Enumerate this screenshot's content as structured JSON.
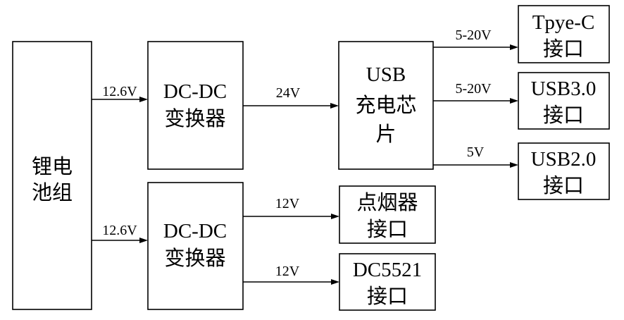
{
  "blocks": {
    "battery": [
      "锂电",
      "池组"
    ],
    "dcdc_top": [
      "DC-DC",
      "变换器"
    ],
    "dcdc_bottom": [
      "DC-DC",
      "变换器"
    ],
    "usb_chip": [
      "USB",
      "充电芯",
      "片"
    ],
    "typec": [
      "Tpye-C",
      "接口"
    ],
    "usb30": [
      "USB3.0",
      "接口"
    ],
    "usb20": [
      "USB2.0",
      "接口"
    ],
    "cigarette": [
      "点烟器",
      "接口"
    ],
    "dc5521": [
      "DC5521",
      "接口"
    ]
  },
  "labels": {
    "battery_to_dcdc_top": "12.6V",
    "battery_to_dcdc_bottom": "12.6V",
    "dcdc_top_to_usb": "24V",
    "usb_to_typec": "5-20V",
    "usb_to_usb30": "5-20V",
    "usb_to_usb20": "5V",
    "dcdc_bottom_to_cigarette": "12V",
    "dcdc_bottom_to_dc5521": "12V"
  },
  "colors": {
    "stroke": "#000000",
    "background": "#ffffff"
  }
}
